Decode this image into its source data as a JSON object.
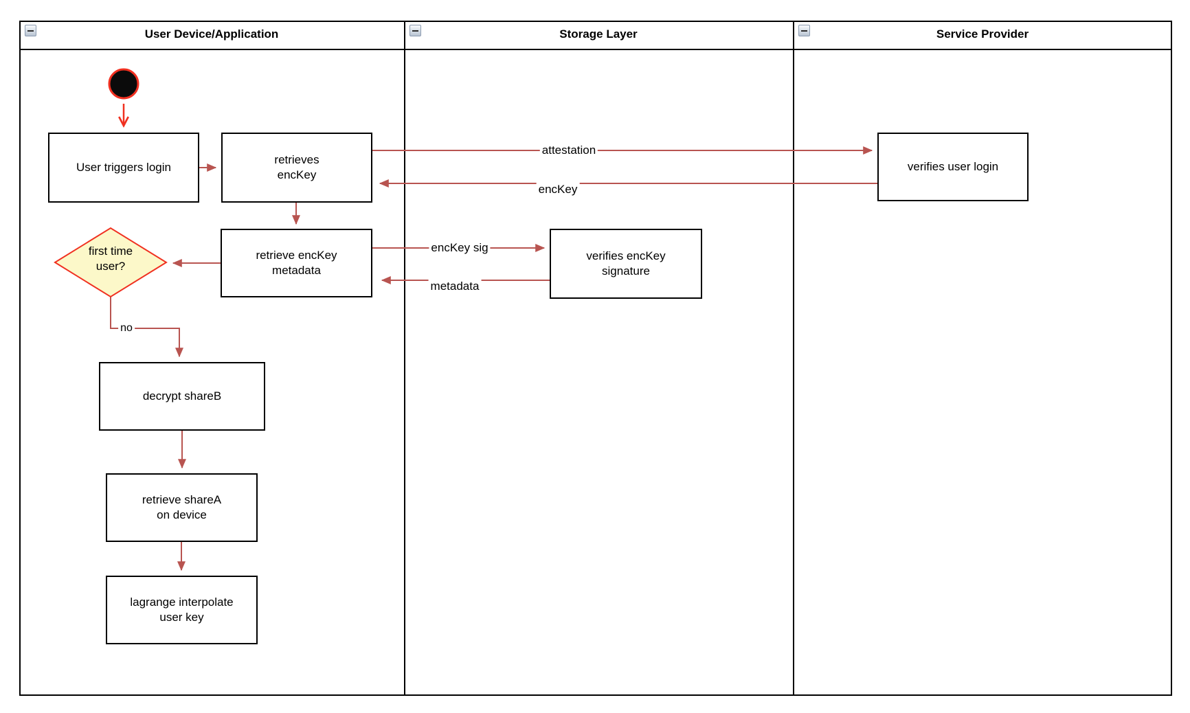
{
  "diagram": {
    "lanes": [
      {
        "title": "User Device/Application"
      },
      {
        "title": "Storage Layer"
      },
      {
        "title": "Service Provider"
      }
    ],
    "nodes": {
      "user_triggers_login": "User triggers login",
      "retrieves_enckey": "retrieves\nencKey",
      "verifies_user_login": "verifies user login",
      "retrieve_enckey_metadata": "retrieve encKey\nmetadata",
      "first_time_user": "first time\nuser?",
      "verifies_enckey_signature": "verifies encKey\nsignature",
      "decrypt_shareb": "decrypt shareB",
      "retrieve_sharea_on_device": "retrieve shareA\non device",
      "lagrange_interpolate_user_key": "lagrange interpolate\nuser key"
    },
    "edge_labels": {
      "attestation": "attestation",
      "enckey": "encKey",
      "enckey_sig": "encKey sig",
      "metadata": "metadata",
      "no": "no"
    },
    "colors": {
      "arrow": "#b85450",
      "accent_red": "#f03020",
      "diamond_fill": "#fcf8c9",
      "shape_border": "#000000",
      "shape_fill": "#ffffff"
    }
  }
}
